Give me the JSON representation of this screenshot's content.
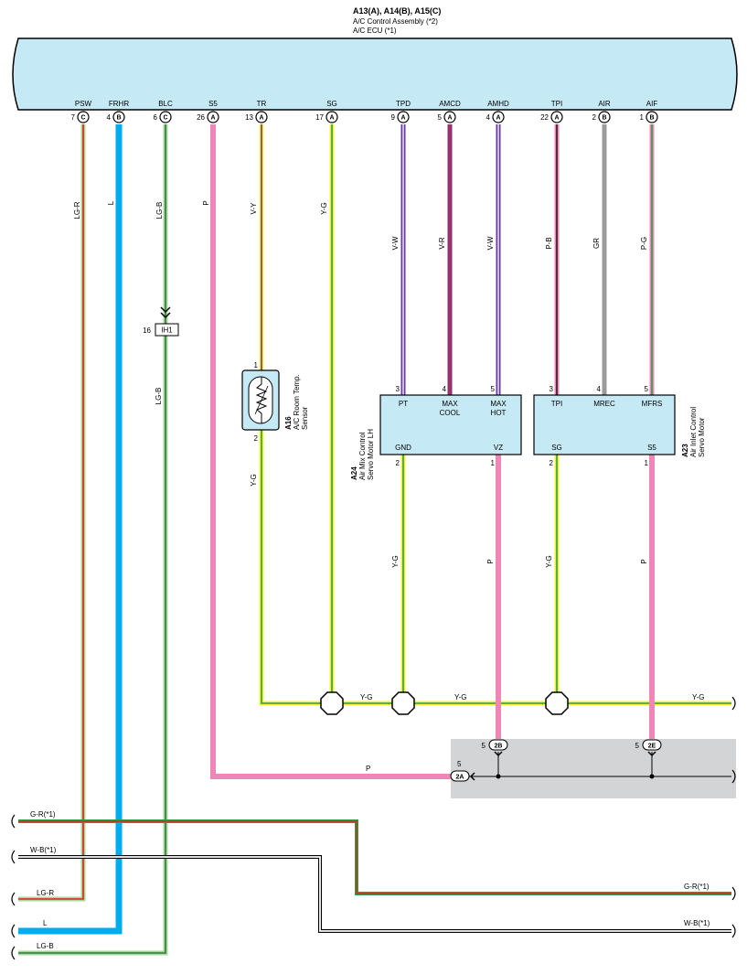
{
  "header": {
    "connectors": "A13(A), A14(B), A15(C)",
    "assembly": "A/C Control Assembly (*2)",
    "ecu": "A/C ECU (*1)"
  },
  "ecu_terminals": [
    {
      "name": "PSW",
      "pin": "7",
      "conn": "C",
      "wire": "LG-R"
    },
    {
      "name": "FRHR",
      "pin": "4",
      "conn": "B",
      "wire": "L"
    },
    {
      "name": "BLC",
      "pin": "6",
      "conn": "C",
      "wire": "LG-B"
    },
    {
      "name": "S5",
      "pin": "26",
      "conn": "A",
      "wire": "P"
    },
    {
      "name": "TR",
      "pin": "13",
      "conn": "A",
      "wire": "V-Y"
    },
    {
      "name": "SG",
      "pin": "17",
      "conn": "A",
      "wire": "Y-G"
    },
    {
      "name": "TPD",
      "pin": "9",
      "conn": "A",
      "wire": "V-W"
    },
    {
      "name": "AMCD",
      "pin": "5",
      "conn": "A",
      "wire": "V-R"
    },
    {
      "name": "AMHD",
      "pin": "4",
      "conn": "A",
      "wire": "V-W"
    },
    {
      "name": "TPI",
      "pin": "22",
      "conn": "A",
      "wire": "P-B"
    },
    {
      "name": "AIR",
      "pin": "2",
      "conn": "B",
      "wire": "GR"
    },
    {
      "name": "AIF",
      "pin": "1",
      "conn": "B",
      "wire": "P-G"
    }
  ],
  "junction_ih1": {
    "pin": "16",
    "name": "IH1",
    "wire_below": "LG-B"
  },
  "sensor_a16": {
    "id": "A16",
    "line1": "A/C Room Temp.",
    "line2": "Sensor",
    "pin_top": "1",
    "pin_bottom": "2",
    "wire_below": "Y-G"
  },
  "servo_a24": {
    "id": "A24",
    "line1": "Air Mix Control",
    "line2": "Servo Motor LH",
    "top_pins": [
      {
        "pin": "3",
        "label1": "PT",
        "label2": ""
      },
      {
        "pin": "4",
        "label1": "MAX",
        "label2": "COOL"
      },
      {
        "pin": "5",
        "label1": "MAX",
        "label2": "HOT"
      }
    ],
    "bottom_pins": [
      {
        "pin": "2",
        "label": "GND",
        "wire": "Y-G"
      },
      {
        "pin": "1",
        "label": "VZ",
        "wire": "P"
      }
    ]
  },
  "servo_a23": {
    "id": "A23",
    "line1": "Air Inlet Control",
    "line2": "Servo Motor",
    "top_pins": [
      {
        "pin": "3",
        "label1": "TPI",
        "label2": ""
      },
      {
        "pin": "4",
        "label1": "MREC",
        "label2": ""
      },
      {
        "pin": "5",
        "label1": "MFRS",
        "label2": ""
      }
    ],
    "bottom_pins": [
      {
        "pin": "2",
        "label": "SG",
        "wire": "Y-G"
      },
      {
        "pin": "1",
        "label": "S5",
        "wire": "P"
      }
    ]
  },
  "ground_bus": {
    "labels": [
      "Y-G",
      "Y-G",
      "Y-G"
    ]
  },
  "junction_block": {
    "conn_2b": {
      "pin": "5",
      "name": "2B"
    },
    "conn_2e": {
      "pin": "5",
      "name": "2E"
    },
    "conn_2a": {
      "pin": "5",
      "name": "2A"
    },
    "wire_in": "P"
  },
  "bottom_wires": {
    "gr_top": "G-R(*1)",
    "wb_top": "W-B(*1)",
    "lgr": "LG-R",
    "l": "L",
    "lgb": "LG-B",
    "gr_right": "G-R(*1)",
    "wb_right": "W-B(*1)"
  },
  "colors": {
    "ecu_fill": "#c6e9f6",
    "pink": "#ef86b8",
    "blue": "#00aeef",
    "yellow": "#f5ef3a",
    "green": "#2e9e4a",
    "lightgreen": "#a8d69a",
    "red": "#e2211c",
    "violet": "#6a3aa0",
    "gray": "#9b9b9b",
    "block_gray": "#d3d4d6"
  }
}
